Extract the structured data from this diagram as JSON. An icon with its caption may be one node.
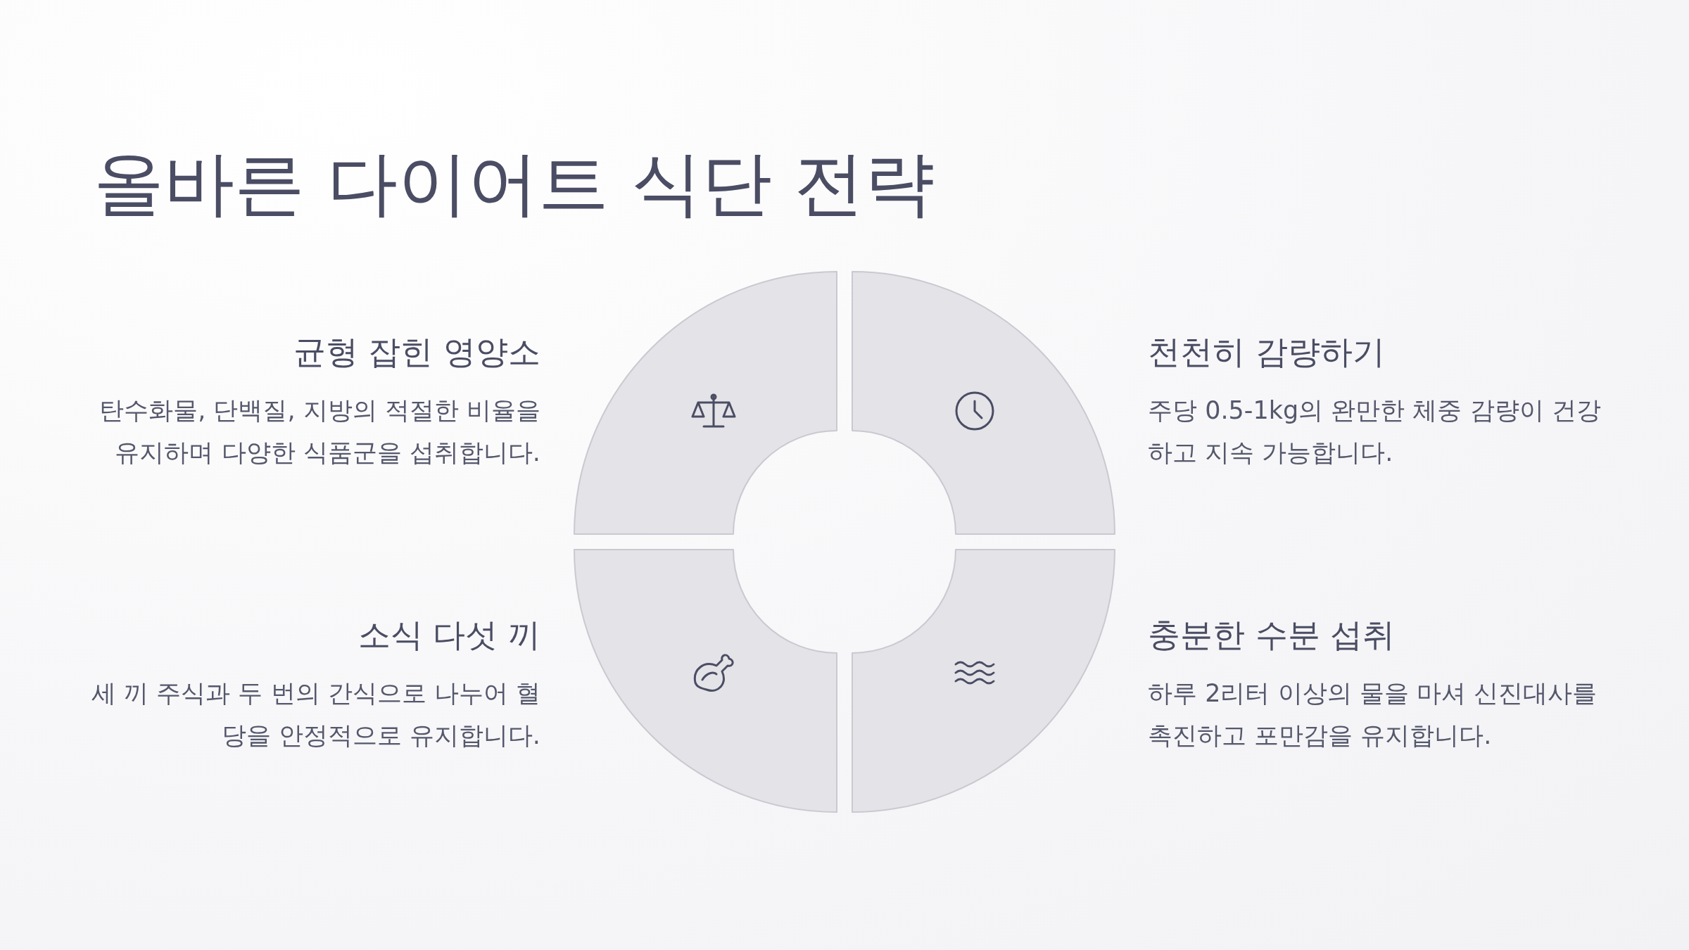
{
  "diagram": {
    "title": "올바른 다이어트 식단 전략",
    "labels": [
      "균형 잡힌 영양소",
      "탄수화물, 단백질, 지방의 적절한 비율을 유지하며 다양한 식품군을 섭취합니다.",
      "천천히 감량하기",
      "주당 0.5-1kg의 완만한 체중 감량이 건강하고 지속 가능합니다.",
      "소식 다섯 끼",
      "세 끼 주식과 두 번의 간식으로 나누어 혈당을 안정적으로 유지합니다.",
      "충분한 수분 섭취",
      "하루 2리터 이상의 물을 마셔 신진대사를 촉진하고 포만감을 유지합니다."
    ]
  }
}
